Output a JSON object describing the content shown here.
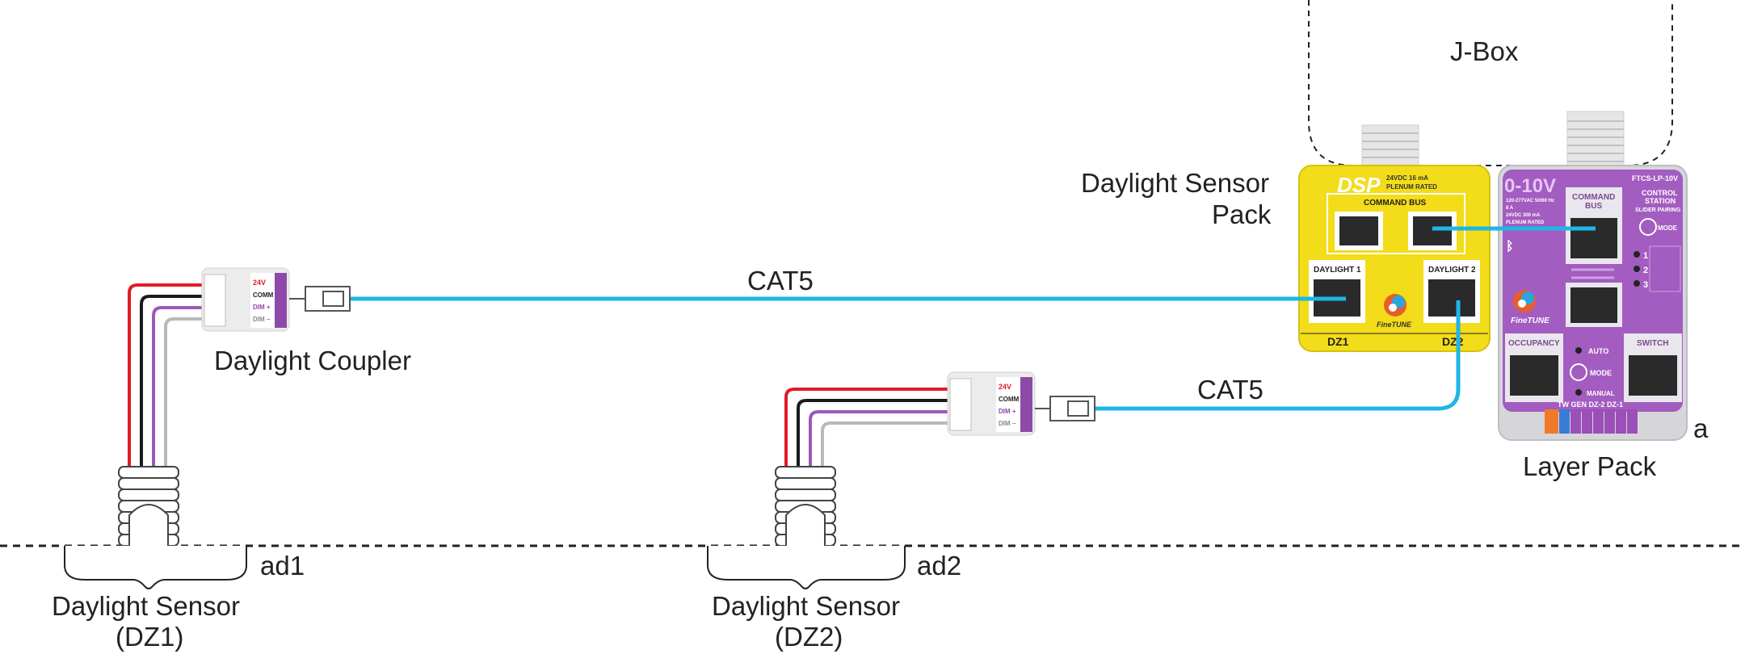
{
  "labels": {
    "jbox": "J-Box",
    "dsp_line1": "Daylight Sensor",
    "dsp_line2": "Pack",
    "cat5_top": "CAT5",
    "cat5_bottom": "CAT5",
    "coupler": "Daylight Coupler",
    "layer_pack": "Layer Pack",
    "a": "a",
    "ad1": "ad1",
    "ad2": "ad2",
    "sensor1_line1": "Daylight Sensor",
    "sensor1_line2": "(DZ1)",
    "sensor2_line1": "Daylight Sensor",
    "sensor2_line2": "(DZ2)"
  },
  "dsp": {
    "brand": "DSP",
    "spec1": "24VDC  16 mA",
    "spec2": "PLENUM RATED",
    "command_bus": "COMMAND BUS",
    "daylight1": "DAYLIGHT 1",
    "daylight2": "DAYLIGHT 2",
    "dz1": "DZ1",
    "dz2": "DZ2",
    "logo": "FineTUNE"
  },
  "layer": {
    "brand": "0-10V",
    "model": "FTCS-LP-10V",
    "spec1": "120-277VAC 50/60 Hz",
    "spec2": "8 A",
    "spec3": "24VDC  300 mA",
    "spec4": "PLENUM RATED",
    "control1": "CONTROL",
    "control2": "STATION",
    "slider": "SLIDER PAIRING",
    "command1": "COMMAND",
    "command2": "BUS",
    "mode": "MODE",
    "n1": "1",
    "n2": "2",
    "n3": "3",
    "occupancy": "OCCUPANCY",
    "switch": "SWITCH",
    "auto": "AUTO",
    "mode2": "MODE",
    "manual": "MANUAL",
    "terminals": "TW  GEN  DZ-2  DZ-1",
    "logo": "FineTUNE"
  },
  "coupler": {
    "t24v": "24V",
    "comm": "COMM",
    "dimp": "DIM +",
    "dimm": "DIM −"
  },
  "colors": {
    "cable": "#1fb6e6",
    "dsp_yellow": "#f3dc19",
    "layer_purple": "#a35cc0",
    "wire_red": "#e21b23",
    "wire_black": "#1a1a1a",
    "wire_purple": "#9b59b6",
    "wire_gray": "#b9b9b9"
  }
}
